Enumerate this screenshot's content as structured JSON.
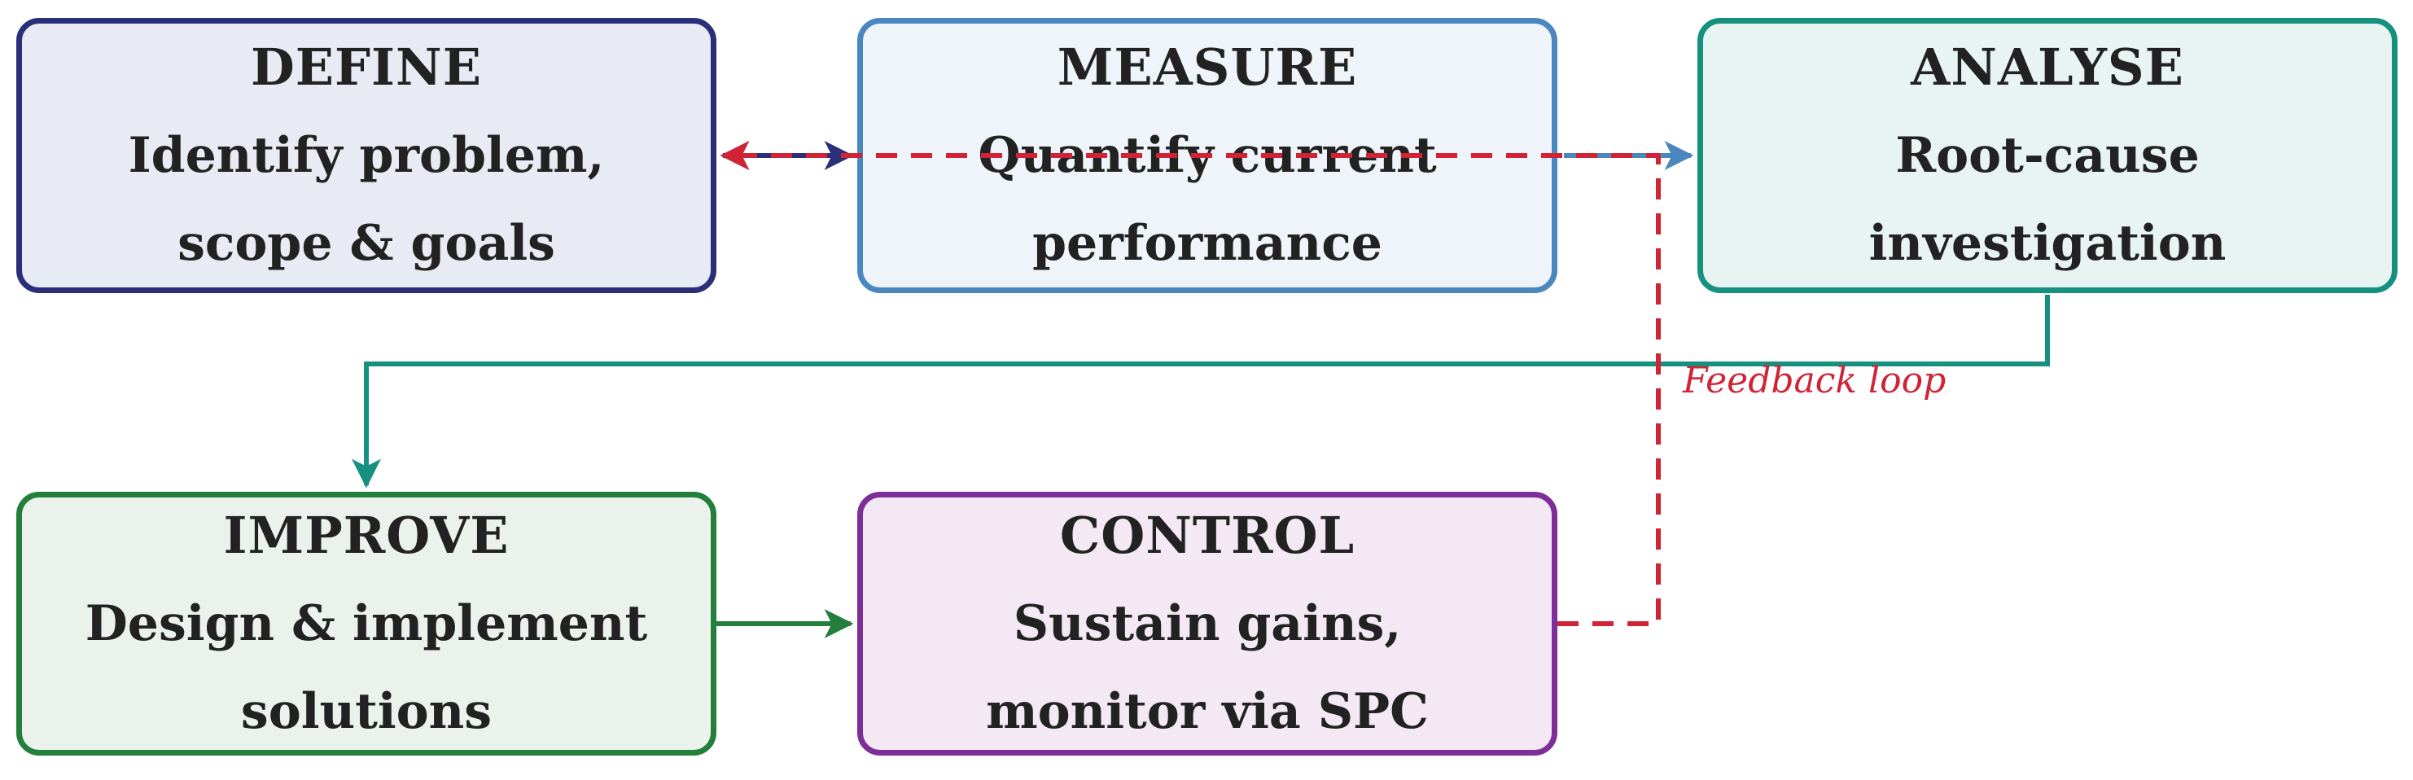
{
  "steps": {
    "define": {
      "title": "DEFINE",
      "line1": "Identify problem,",
      "line2": "scope & goals",
      "border": "#2a2f7a",
      "fill": "#e8eaf4"
    },
    "measure": {
      "title": "MEASURE",
      "line1": "Quantify current",
      "line2": "performance",
      "border": "#4a86bf",
      "fill": "#eef4f9"
    },
    "analyse": {
      "title": "ANALYSE",
      "line1": "Root-cause",
      "line2": "investigation",
      "border": "#17917f",
      "fill": "#e8f4f2"
    },
    "improve": {
      "title": "IMPROVE",
      "line1": "Design & implement",
      "line2": "solutions",
      "border": "#237f3b",
      "fill": "#ebf2ec"
    },
    "control": {
      "title": "CONTROL",
      "line1": "Sustain gains,",
      "line2": "monitor via SPC",
      "border": "#7c2f99",
      "fill": "#f3e8f3"
    }
  },
  "feedback": {
    "label": "Feedback loop",
    "color": "#d02436"
  },
  "connectors": [
    {
      "from": "define",
      "to": "measure",
      "style": "solid",
      "color": "#2a2f7a",
      "bidirectional": true
    },
    {
      "from": "measure",
      "to": "analyse",
      "style": "solid",
      "color": "#4a86bf"
    },
    {
      "from": "analyse",
      "to": "improve",
      "style": "solid",
      "color": "#17917f"
    },
    {
      "from": "improve",
      "to": "control",
      "style": "solid",
      "color": "#237f3b"
    },
    {
      "from": "control",
      "to": "define",
      "style": "dashed",
      "color": "#d02436"
    }
  ]
}
